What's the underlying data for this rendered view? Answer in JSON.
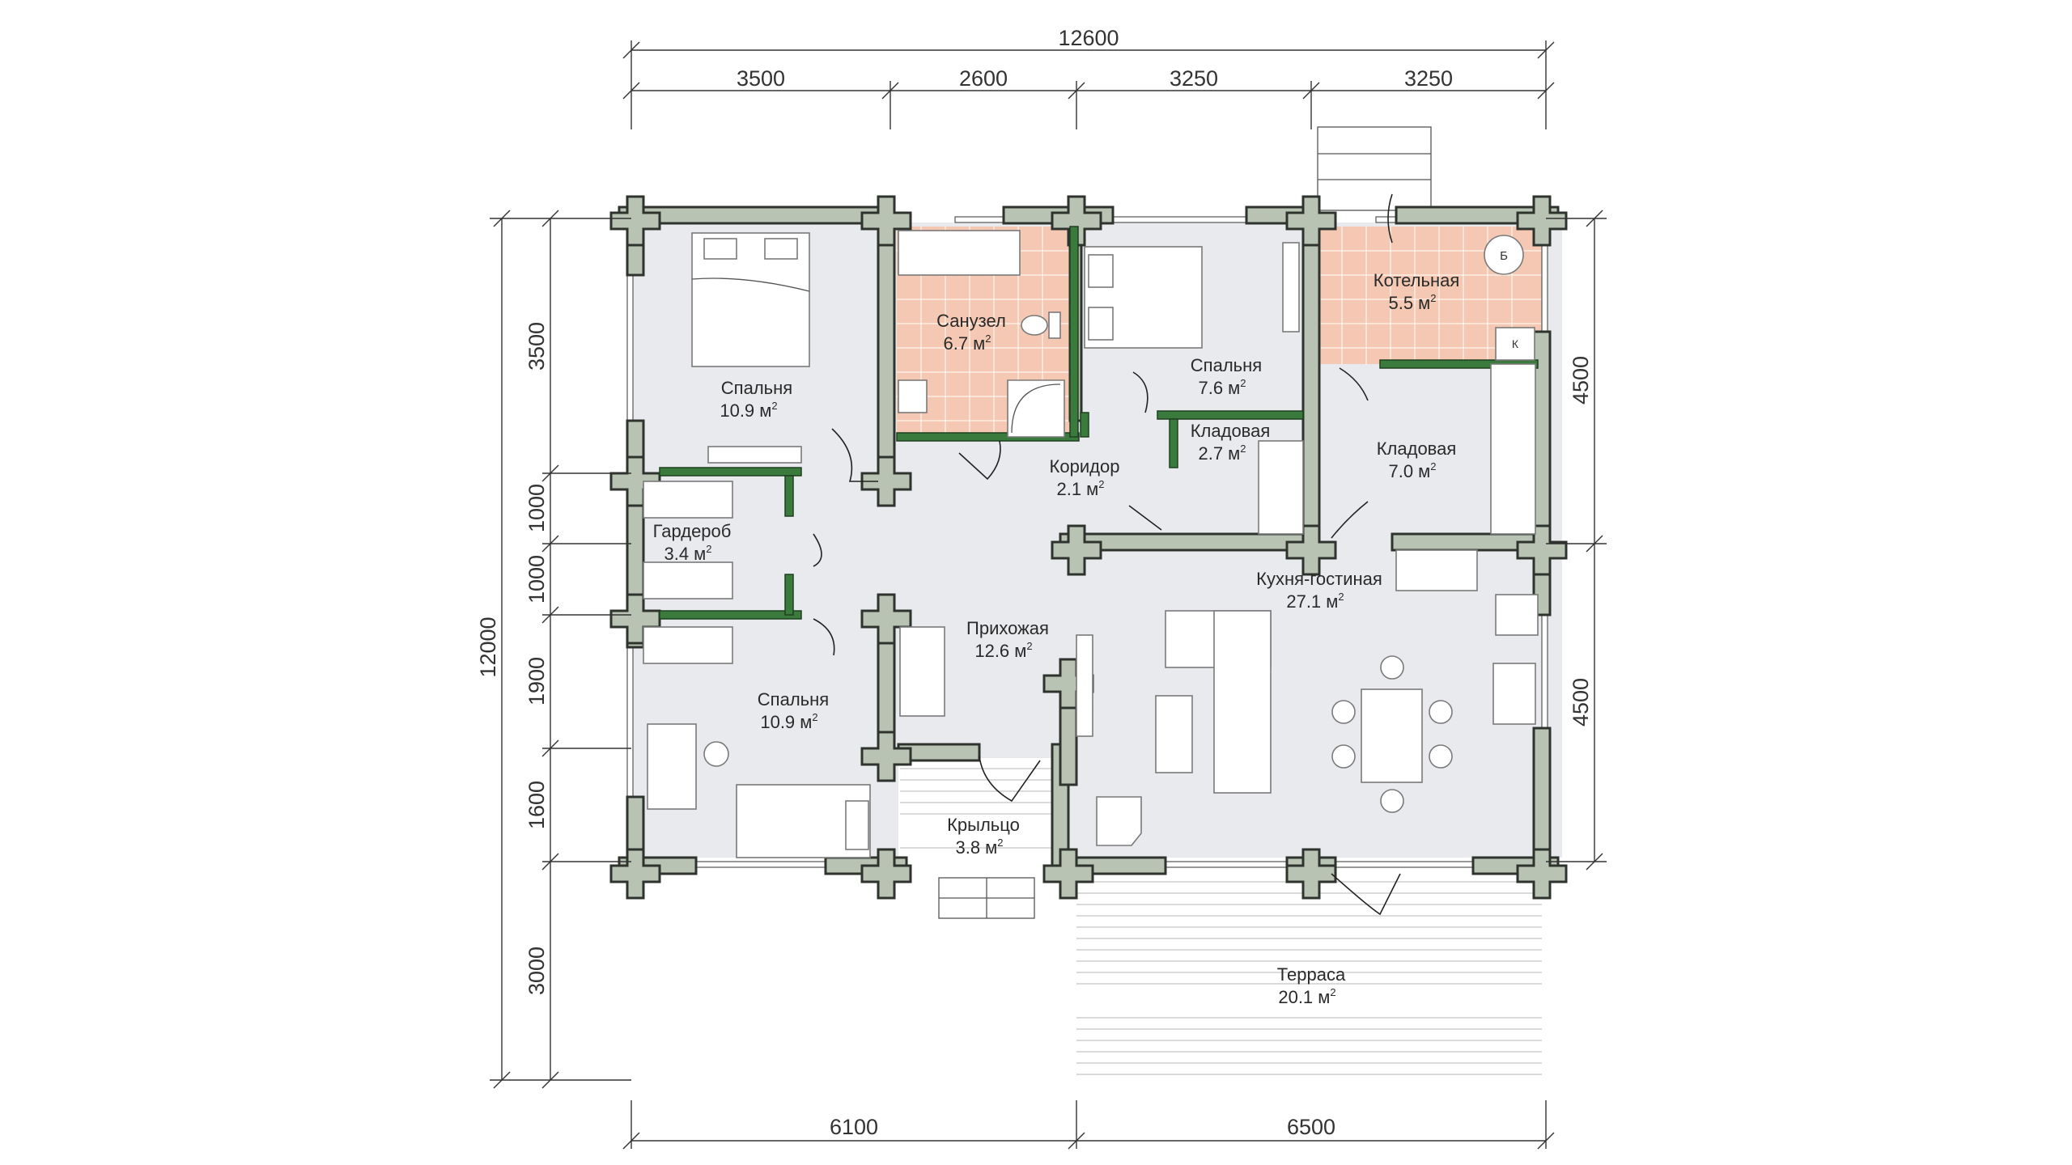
{
  "dimensions": {
    "top_total": "12600",
    "top_segments": [
      "3500",
      "2600",
      "3250",
      "3250"
    ],
    "left_total": "12000",
    "left_segments": [
      "3500",
      "1000",
      "1000",
      "1900",
      "1600",
      "3000"
    ],
    "right_segments": [
      "4500",
      "4500"
    ],
    "bottom_segments": [
      "6100",
      "6500"
    ]
  },
  "rooms": [
    {
      "id": "bedroom-nw",
      "name": "Спальня",
      "area": "10.9 м",
      "sup": "2"
    },
    {
      "id": "bathroom",
      "name": "Санузел",
      "area": "6.7 м",
      "sup": "2"
    },
    {
      "id": "bedroom-n",
      "name": "Спальня",
      "area": "7.6 м",
      "sup": "2"
    },
    {
      "id": "boiler",
      "name": "Котельная",
      "area": "5.5 м",
      "sup": "2"
    },
    {
      "id": "pantry-small",
      "name": "Кладовая",
      "area": "2.7 м",
      "sup": "2"
    },
    {
      "id": "pantry-large",
      "name": "Кладовая",
      "area": "7.0 м",
      "sup": "2"
    },
    {
      "id": "corridor",
      "name": "Коридор",
      "area": "2.1 м",
      "sup": "2"
    },
    {
      "id": "wardrobe",
      "name": "Гардероб",
      "area": "3.4 м",
      "sup": "2"
    },
    {
      "id": "kitchen-living",
      "name": "Кухня-гостиная",
      "area": "27.1 м",
      "sup": "2"
    },
    {
      "id": "hallway",
      "name": "Прихожая",
      "area": "12.6 м",
      "sup": "2"
    },
    {
      "id": "bedroom-sw",
      "name": "Спальня",
      "area": "10.9 м",
      "sup": "2"
    },
    {
      "id": "porch",
      "name": "Крыльцо",
      "area": "3.8 м",
      "sup": "2"
    },
    {
      "id": "terrace",
      "name": "Терраса",
      "area": "20.1 м",
      "sup": "2"
    }
  ],
  "symbols": {
    "boiler_mark": "Б",
    "boiler_unit_mark": "К"
  },
  "colors": {
    "wall": "#b9c3b4",
    "partition": "#3a7a3d",
    "floor": "#e8eaed",
    "tile": "#f4c8b2"
  }
}
